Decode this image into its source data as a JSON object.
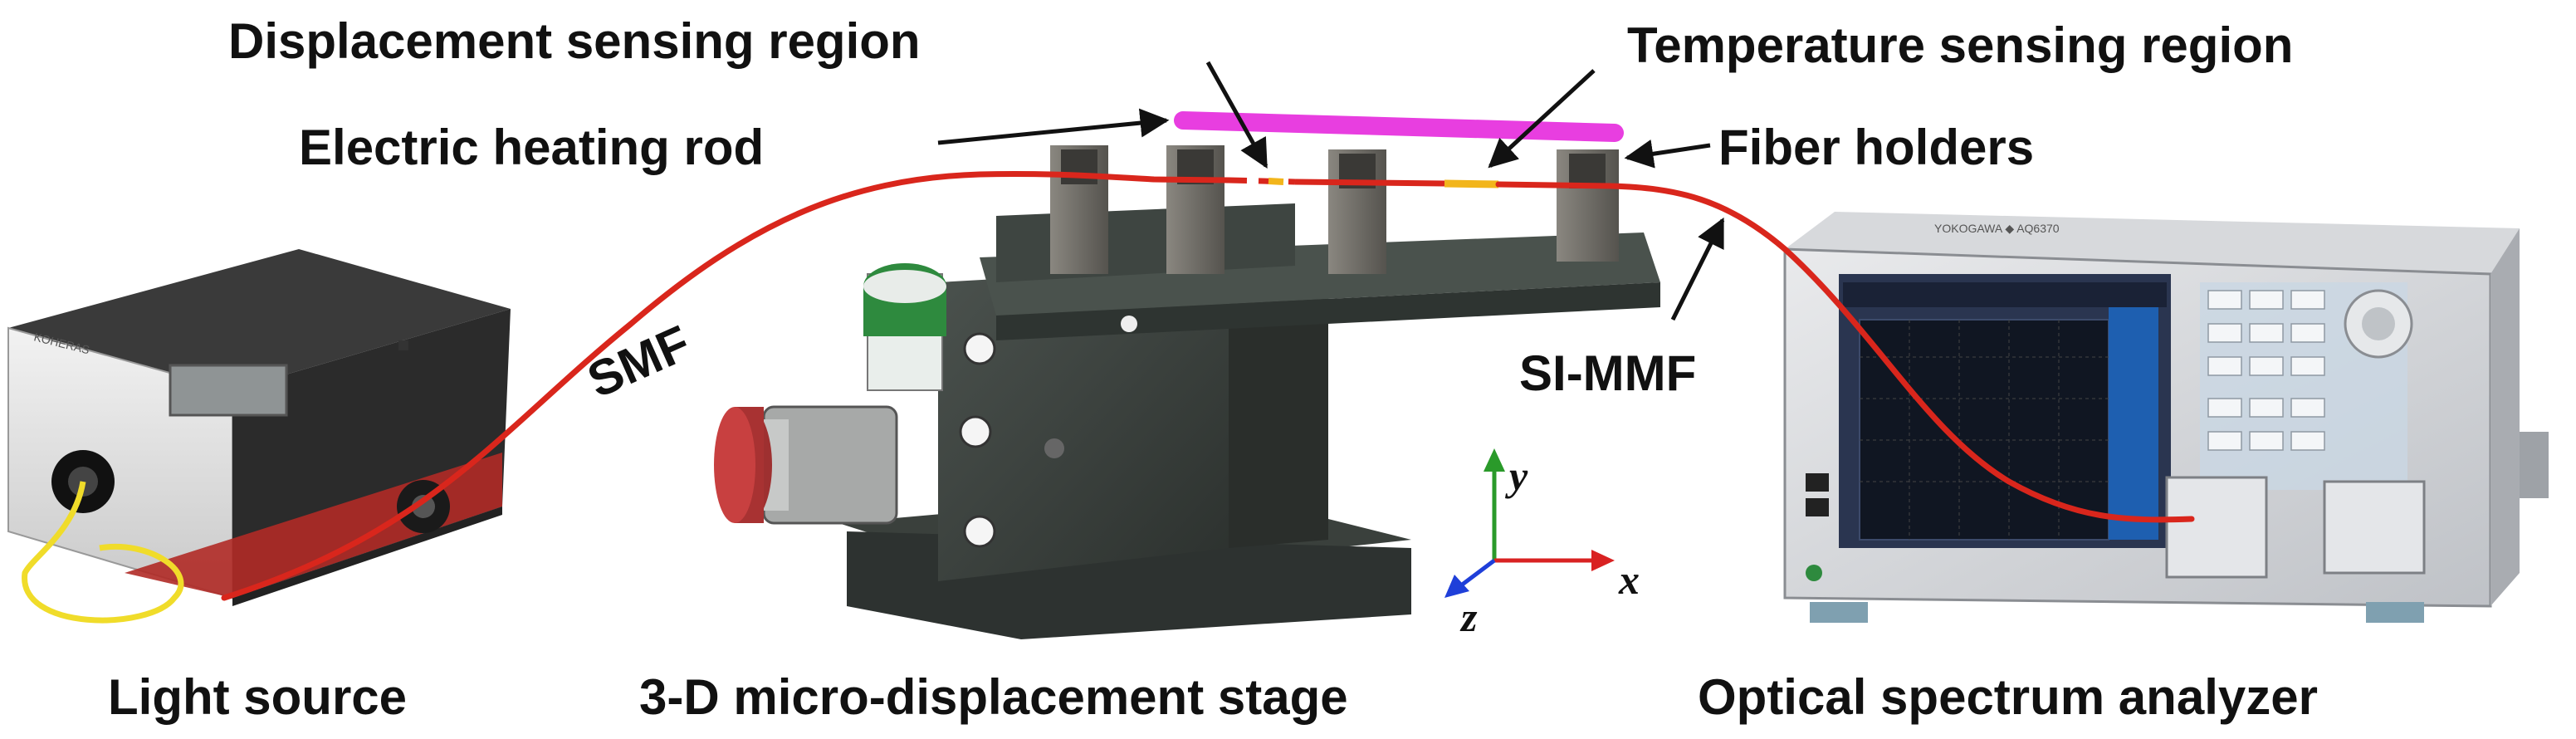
{
  "labels": {
    "displacement_region": "Displacement sensing region",
    "temperature_region": "Temperature sensing region",
    "heating_rod": "Electric heating rod",
    "fiber_holders": "Fiber holders",
    "smf": "SMF",
    "si_mmf": "SI-MMF",
    "light_source": "Light source",
    "stage": "3-D micro-displacement stage",
    "osa": "Optical spectrum analyzer"
  },
  "axes": {
    "x": "x",
    "y": "y",
    "z": "z"
  },
  "colors": {
    "fiber": "#d9261c",
    "heating_rod": "#e83ee0",
    "mmf_segment": "#f2b51b",
    "patch_cord": "#f0dc2a",
    "axis_x": "#d92222",
    "axis_y": "#2a9a2a",
    "axis_z": "#1f3fd9",
    "stage_body": "#3d4440",
    "holder": "#6c6a64",
    "screen": "#101622",
    "knob_green": "#2e8a3e",
    "knob_red": "#9e3030",
    "source_red": "#a52a28"
  },
  "icons": [
    "light-source-device",
    "micro-displacement-stage",
    "optical-spectrum-analyzer",
    "fiber-holder"
  ]
}
